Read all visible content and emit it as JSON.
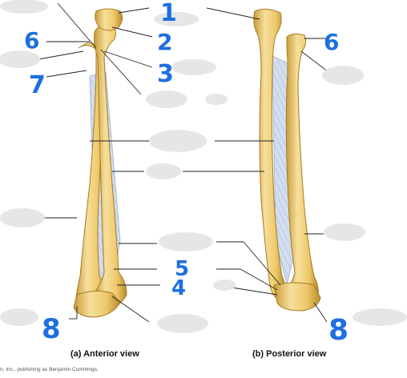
{
  "figure": {
    "captions": {
      "anterior": "(a) Anterior view",
      "posterior": "(b) Posterior view"
    },
    "credit": "n, Inc., publishing as Benjamin Cummings."
  },
  "handwritten_labels": {
    "l1": "1",
    "l2": "2",
    "l3": "3",
    "l6_left": "6",
    "l6_right": "6",
    "l7": "7",
    "l5": "5",
    "l4": "4",
    "l8_left": "8",
    "l8_right": "8"
  },
  "colors": {
    "bone_light": "#f6df9c",
    "bone": "#eec96a",
    "bone_shadow": "#c99a3a",
    "membrane": "#c9d7ee",
    "label_ink": "#1e6fe0",
    "leader_line": "#222222",
    "blanked_label": "#e6e6e6"
  }
}
